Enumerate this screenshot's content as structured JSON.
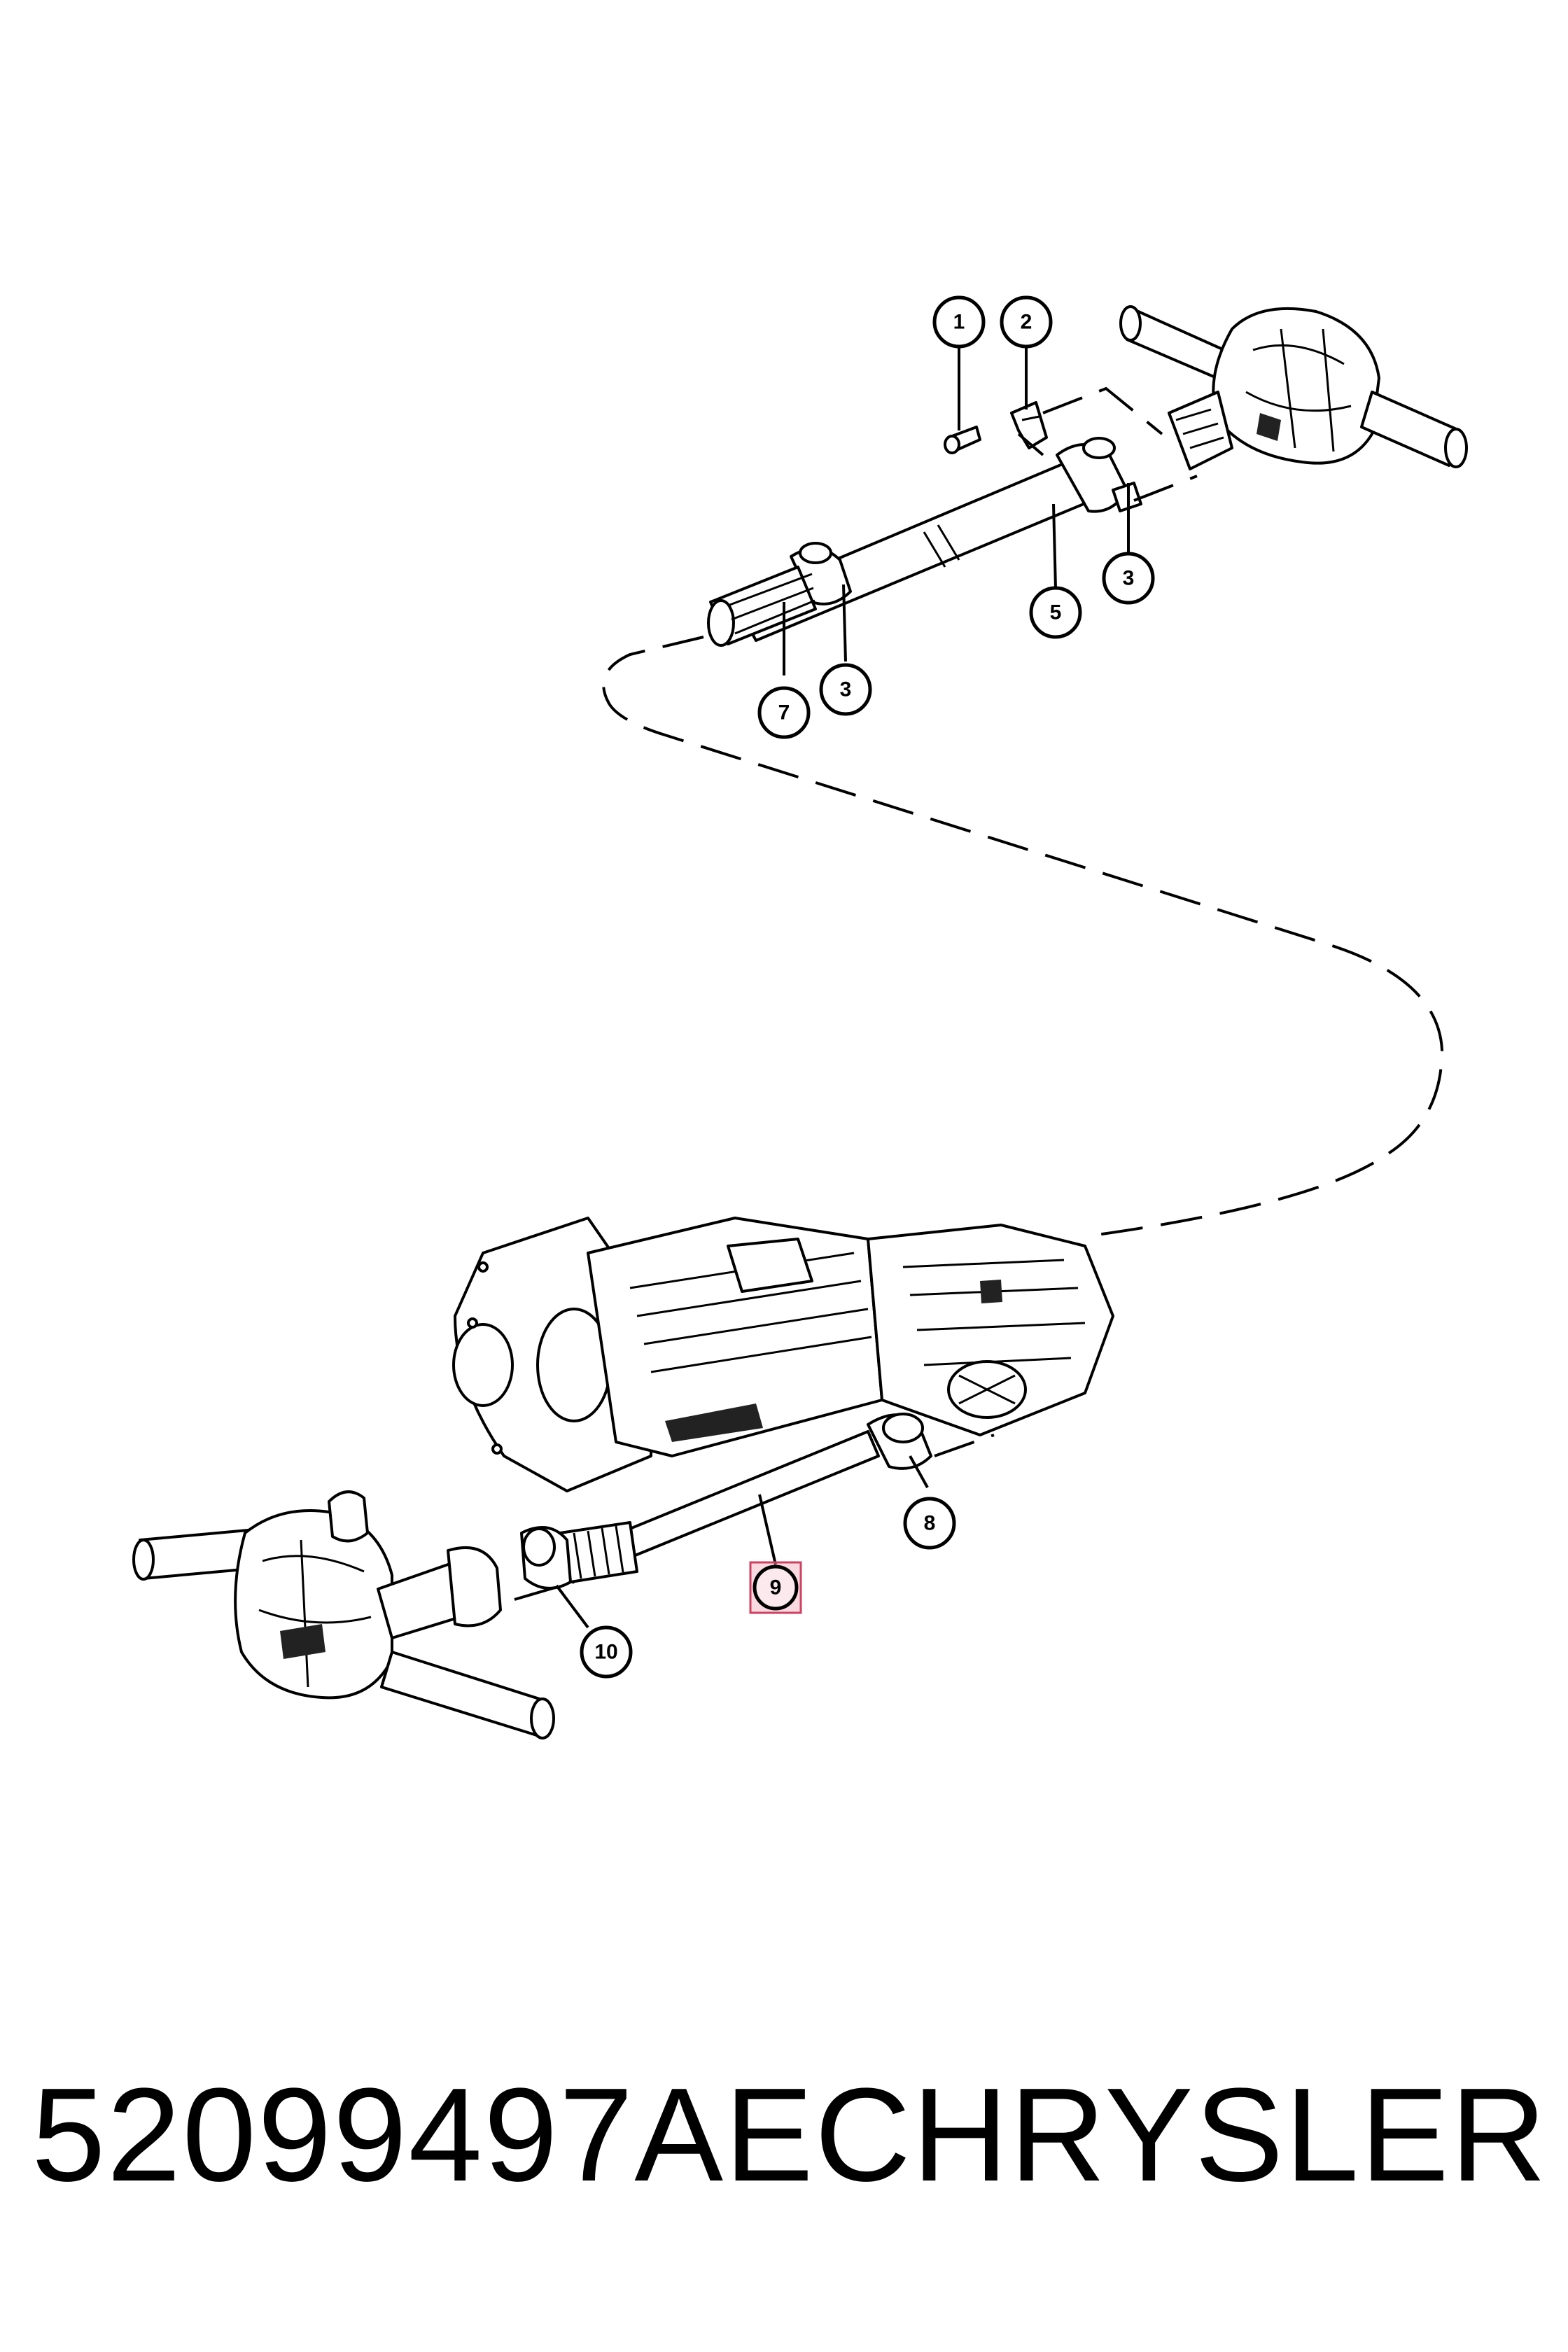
{
  "callouts": [
    {
      "id": "c1",
      "label": "1"
    },
    {
      "id": "c2",
      "label": "2"
    },
    {
      "id": "c3a",
      "label": "3"
    },
    {
      "id": "c5",
      "label": "5"
    },
    {
      "id": "c7",
      "label": "7"
    },
    {
      "id": "c3b",
      "label": "3"
    },
    {
      "id": "c8",
      "label": "8"
    },
    {
      "id": "c9",
      "label": "9",
      "highlighted": true
    },
    {
      "id": "c10",
      "label": "10"
    }
  ],
  "caption": {
    "part_number": "52099497AE",
    "brand": "CHRYSLER"
  },
  "colors": {
    "line": "#000000",
    "highlight": "#d04060"
  }
}
